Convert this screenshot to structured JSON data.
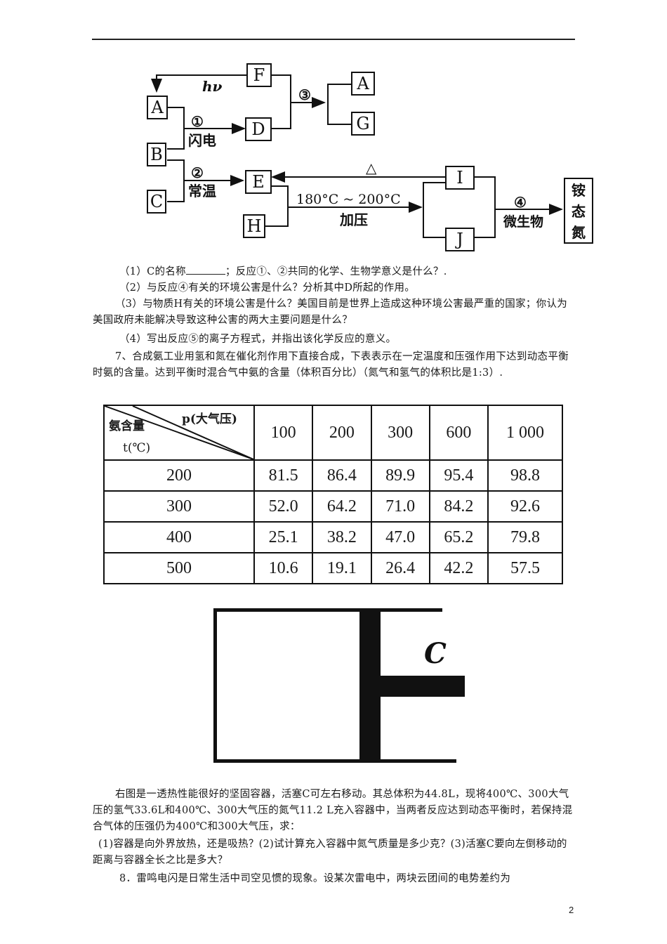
{
  "page": {
    "number": "2"
  },
  "diagram": {
    "boxes": {
      "F": "F",
      "A_left": "A",
      "D": "D",
      "B": "B",
      "C": "C",
      "E": "E",
      "H": "H",
      "A_right": "A",
      "G": "G",
      "I": "I",
      "J": "J",
      "ammonium": "铵态氮"
    },
    "labels": {
      "hv": "hν",
      "r1": "①",
      "r1_cond": "闪电",
      "r2": "②",
      "r2_cond": "常温",
      "r3": "③",
      "r4": "④",
      "r4_cond": "微生物",
      "heat": "△",
      "temp": "180°C ~ 200°C",
      "pressure": "加压"
    }
  },
  "questions_6": [
    {
      "pre": "（1）C的名称",
      "post": "；反应①、②共同的化学、生物学意义是什么？."
    },
    {
      "text": "（2）与反应④有关的环境公害是什么？分析其中D所起的作用。"
    },
    {
      "text": "（3）与物质H有关的环境公害是什么？美国目前是世界上造成这种环境公害最严重的国家；你认为美国政府未能解决导致这种公害的两大主要问题是什么？"
    },
    {
      "text": "（4）写出反应⑤的离子方程式，并指出该化学反应的意义。"
    }
  ],
  "q7": {
    "intro": "7、合成氨工业用氢和氮在催化剂作用下直接合成，下表表示在一定温度和压强作用下达到动态平衡时氨的含量。达到平衡时混合气中氨的含量（体积百分比）（氮气和氢气的体积比是1:3）."
  },
  "table": {
    "corner": {
      "top": "p(大气压)",
      "mid": "氨含量",
      "bottom": "t(℃)"
    },
    "columns": [
      "100",
      "200",
      "300",
      "600",
      "1 000"
    ],
    "rows": [
      {
        "t": "200",
        "values": [
          "81.5",
          "86.4",
          "89.9",
          "95.4",
          "98.8"
        ]
      },
      {
        "t": "300",
        "values": [
          "52.0",
          "64.2",
          "71.0",
          "84.2",
          "92.6"
        ]
      },
      {
        "t": "400",
        "values": [
          "25.1",
          "38.2",
          "47.0",
          "65.2",
          "79.8"
        ]
      },
      {
        "t": "500",
        "values": [
          "10.6",
          "19.1",
          "26.4",
          "42.2",
          "57.5"
        ]
      }
    ]
  },
  "piston": {
    "label": "C"
  },
  "container_text": "右图是一透热性能很好的坚固容器，活塞C可左右移动。其总体积为44.8L，现将400℃、300大气压的氢气33.6L和400℃、300大气压的氮气11.2 L充入容器中，当两者反应达到动态平衡时，若保持混合气体的压强仍为400℃和300大气压，求：",
  "container_questions": "(1)容器是向外界放热，还是吸热？(2)试计算充入容器中氮气质量是多少克？(3)活塞C要向左倒移动的距离与容器全长之比是多大？",
  "q8": "8．雷鸣电闪是日常生活中司空见惯的现象。设某次雷电中，两块云团间的电势差约为"
}
